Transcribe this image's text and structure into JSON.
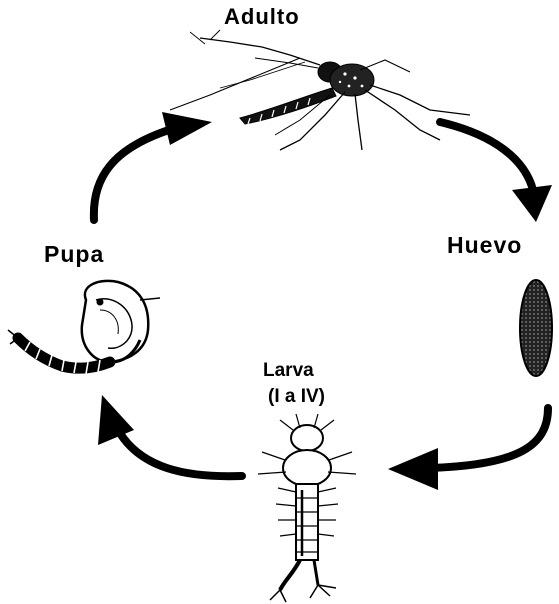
{
  "stages": {
    "adult": {
      "label": "Adulto",
      "icon": "mosquito-icon"
    },
    "egg": {
      "label": "Huevo",
      "icon": "egg-icon"
    },
    "larva": {
      "label_line1": "Larva",
      "label_line2": "(I a IV)",
      "icon": "larva-icon"
    },
    "pupa": {
      "label": "Pupa",
      "icon": "pupa-icon"
    }
  },
  "colors": {
    "ink": "#000000",
    "background": "#ffffff"
  }
}
